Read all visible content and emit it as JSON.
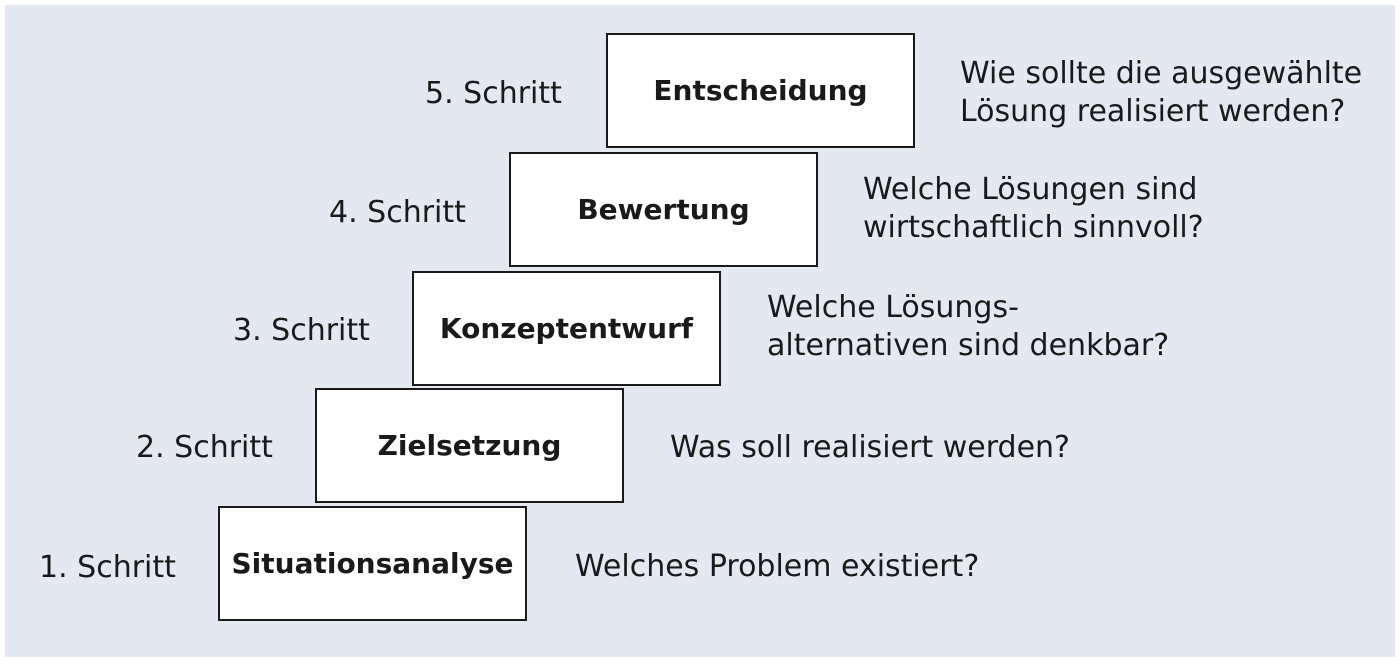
{
  "steps": [
    {
      "step_label": "1. Schritt",
      "title": "Situationsanalyse",
      "question": [
        "Welches Problem existiert?"
      ]
    },
    {
      "step_label": "2. Schritt",
      "title": "Zielsetzung",
      "question": [
        "Was soll realisiert werden?"
      ]
    },
    {
      "step_label": "3. Schritt",
      "title": "Konzeptentwurf",
      "question": [
        "Welche Lösungs-",
        "alternativen sind denkbar?"
      ]
    },
    {
      "step_label": "4. Schritt",
      "title": "Bewertung",
      "question": [
        "Welche Lösungen sind",
        "wirtschaftlich sinnvoll?"
      ]
    },
    {
      "step_label": "5. Schritt",
      "title": "Entscheidung",
      "question": [
        "Wie sollte die ausgewählte",
        "Lösung realisiert werden?"
      ]
    }
  ],
  "colors": {
    "background": "#e3e8f1",
    "box_fill": "#ffffff",
    "border": "#1a1a1a",
    "text": "#1a1a1a"
  }
}
